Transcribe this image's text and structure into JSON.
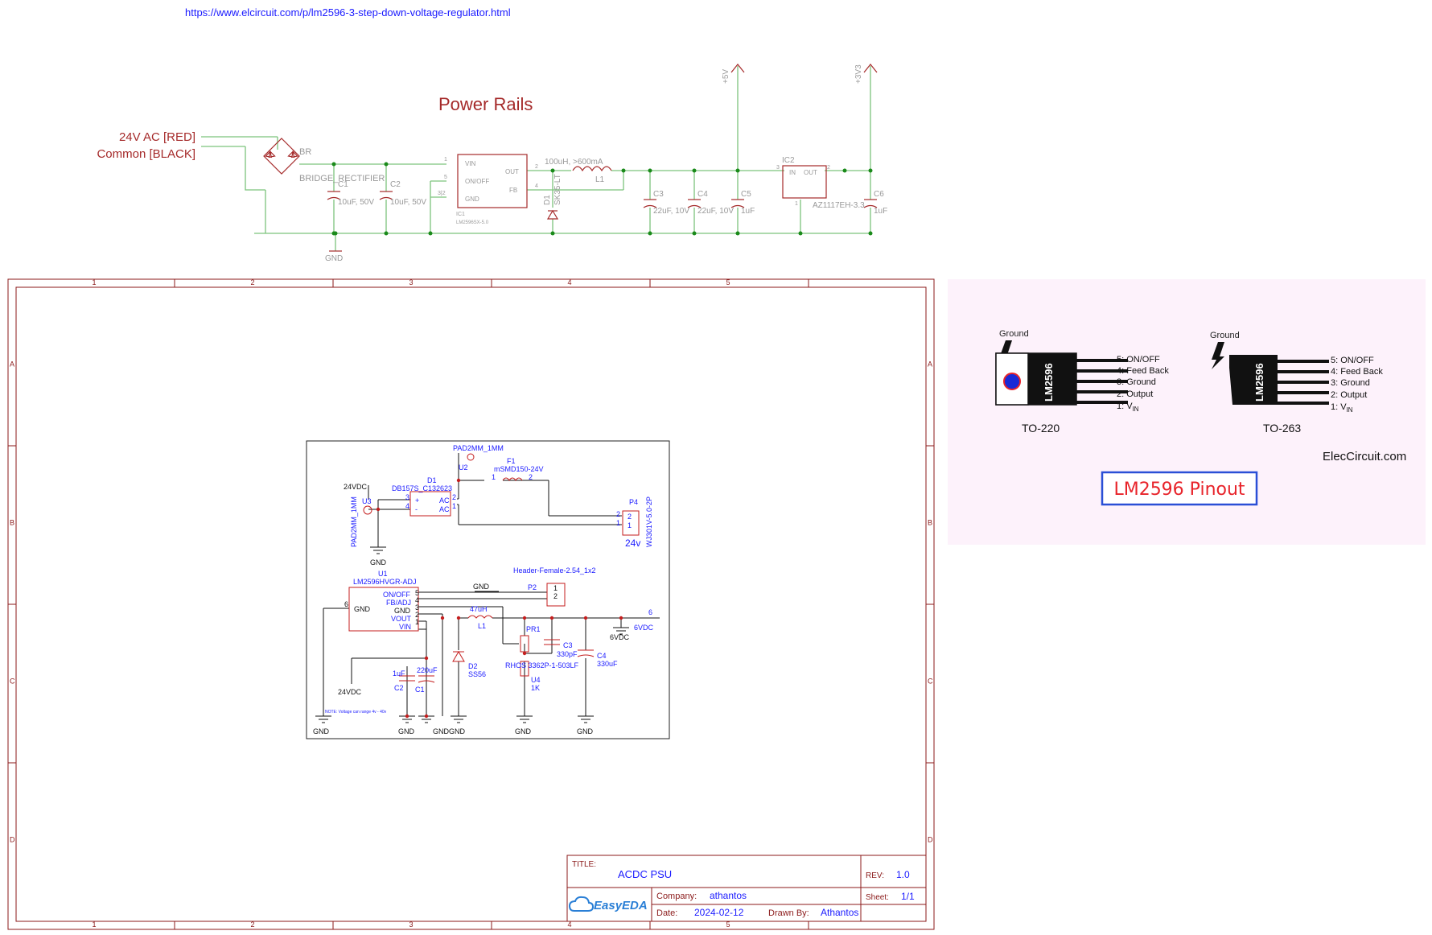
{
  "header": {
    "url": "https://www.elcircuit.com/p/lm2596-3-step-down-voltage-regulator.html"
  },
  "top_schematic": {
    "title": "Power Rails",
    "input_ac": "24V AC [RED]",
    "input_common": "Common [BLACK]",
    "br_ref": "BR",
    "br_name": "BRIDGE_RECTIFIER",
    "c1": "C1",
    "c1_val": "10uF, 50V",
    "c2": "C2",
    "c2_val": "10uF, 50V",
    "ic1_vin": "VIN",
    "ic1_onoff": "ON/OFF",
    "ic1_gnd": "GND",
    "ic1_out": "OUT",
    "ic1_fb": "FB",
    "ic1_ref": "IC1",
    "ic1_part": "LM2596SX-5.0",
    "pin1": "1",
    "pin5": "5",
    "pin3": "3|2",
    "pin2": "2",
    "pin4": "4",
    "l1_val": "100uH, >600mA",
    "l1": "L1",
    "d1": "D1",
    "d1_part": "SK35-LT",
    "c3": "C3",
    "c3_val": "22uF, 10V",
    "c4": "C4",
    "c4_val": "22uF, 10V",
    "c5": "C5",
    "c5_val": "1uF",
    "ic2": "IC2",
    "ic2_in": "IN",
    "ic2_out": "OUT",
    "ic2_part": "AZ1117EH-3.3",
    "ic2_pin3": "3",
    "ic2_pin2": "2",
    "ic2_pin1": "1",
    "c6": "C6",
    "c6_val": "1uF",
    "rail_5v": "+5V",
    "rail_3v3": "+3V3",
    "gnd": "GND"
  },
  "sheet": {
    "col_labels": [
      "1",
      "2",
      "3",
      "4",
      "5"
    ],
    "row_labels": [
      "A",
      "B",
      "C",
      "D"
    ],
    "title_label": "TITLE:",
    "title_value": "ACDC PSU",
    "rev_label": "REV:",
    "rev_value": "1.0",
    "company_label": "Company:",
    "company_value": "athantos",
    "sheet_label": "Sheet:",
    "sheet_value": "1/1",
    "date_label": "Date:",
    "date_value": "2024-02-12",
    "drawn_label": "Drawn By:",
    "drawn_value": "Athantos",
    "logo": "EasyEDA"
  },
  "inner_schematic": {
    "pad_top": "PAD2MM_1MM",
    "u2": "U2",
    "f1": "F1",
    "f1_part": "mSMD150-24V",
    "f1_pin1": "1",
    "f1_pin2": "2",
    "vin_24": "24VDC",
    "d1": "D1",
    "d1_part": "DB157S_C132623",
    "d1_plus": "+",
    "d1_minus": "-",
    "d1_ac1": "AC",
    "d1_ac2": "AC",
    "d1_pin3": "3",
    "d1_pin4": "4",
    "d1_pin2": "2",
    "d1_pin1": "1",
    "u3": "U3",
    "pad_side": "PAD2MM_1MM",
    "p4": "P4",
    "p4_part": "WJ301V-5.0-2P",
    "p4_pin2": "2",
    "p4_pin1": "1",
    "label_24v": "24v",
    "gnd": "GND",
    "u1": "U1",
    "u1_part": "LM2596HVGR-ADJ",
    "u1_onoff": "ON/OFF",
    "u1_fbadj": "FB/ADJ",
    "u1_gnd": "GND",
    "u1_vout": "VOUT",
    "u1_vin": "VIN",
    "u1_gnd_left": "GND",
    "u1_pin6": "6",
    "u1_pins": [
      "5",
      "4",
      "3",
      "2",
      "1"
    ],
    "header_part": "Header-Female-2.54_1x2",
    "p2": "P2",
    "p2_pin1": "1",
    "p2_pin2": "2",
    "l1_val": "47uH",
    "l1": "L1",
    "net6": "6",
    "out_label": "6VDC",
    "pr1": "PR1",
    "pr1_part": "RHOS 3362P-1-503LF",
    "c3": "C3",
    "c3_val": "330pF",
    "c4": "C4",
    "c4_val": "330uF",
    "gnd_6vdc": "6VDC",
    "u4": "U4",
    "u4_val": "1K",
    "d2": "D2",
    "d2_part": "SS56",
    "c1": "C1",
    "c1_val": "220uF",
    "c2": "C2",
    "c2_val": "1uF",
    "vin_24_b": "24VDC",
    "note": "NOTE: Voltage can range 4v - 40v",
    "gnd_labels": [
      "GND",
      "GND",
      "GNDGND",
      "GND",
      "GND"
    ]
  },
  "pinout": {
    "ground_left": "Ground",
    "ground_right": "Ground",
    "chip_text": "LM2596",
    "pins": [
      "5: ON/OFF",
      "4: Feed Back",
      "3: Ground",
      "2: Output",
      "1: V"
    ],
    "vin_sub": "IN",
    "pkg_left": "TO-220",
    "pkg_right": "TO-263",
    "credit": "ElecCircuit.com",
    "title": "LM2596 Pinout"
  },
  "colors": {
    "schematic_red": "#a52a2a",
    "wire_green": "#7cc47c",
    "junction": "#1a8a1a",
    "grey_text": "#999999",
    "sheet_border": "#8b1a1a",
    "blue_text": "#1a1aff",
    "pinout_bg": "#fdf2fb",
    "pinout_red": "#e8232a",
    "pinout_border": "#2a4fd6"
  }
}
